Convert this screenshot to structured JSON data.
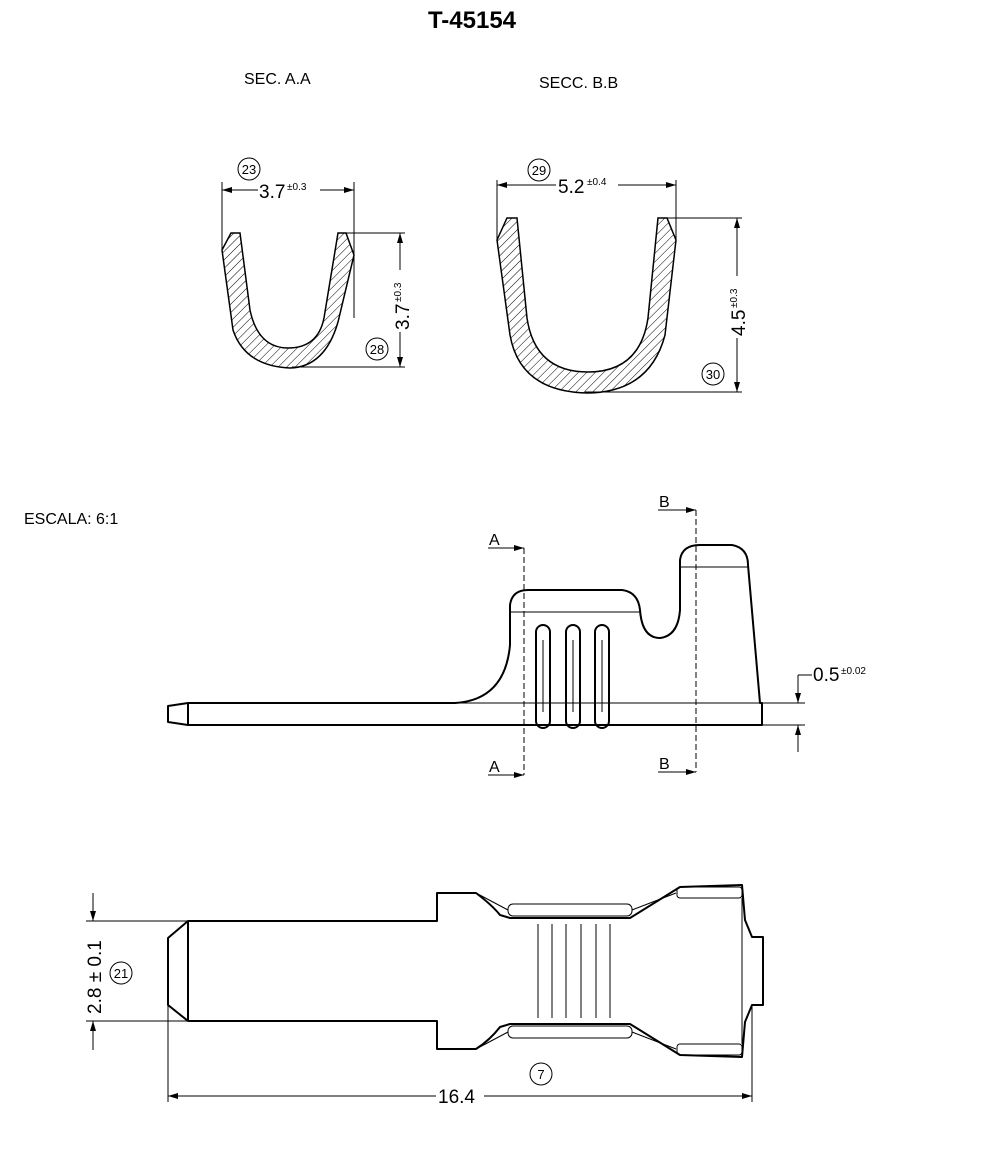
{
  "title": "T-45154",
  "section_aa": {
    "label": "SEC. A.A",
    "width": "3.7",
    "width_tol": "±0.3",
    "height": "3.7",
    "height_tol": "±0.3",
    "balloon_width": "23",
    "balloon_height": "28"
  },
  "section_bb": {
    "label": "SECC. B.B",
    "width": "5.2",
    "width_tol": "±0.4",
    "height": "4.5",
    "height_tol": "±0.3",
    "balloon_width": "29",
    "balloon_height": "30"
  },
  "scale_label": "ESCALA:  6:1",
  "side_view": {
    "cut_a": "A",
    "cut_b": "B",
    "thickness": "0.5",
    "thickness_tol": "±0.02"
  },
  "top_view": {
    "tab_width": "2.8 ± 0.1",
    "balloon_tab": "21",
    "length": "16.4",
    "balloon_length": "7"
  }
}
